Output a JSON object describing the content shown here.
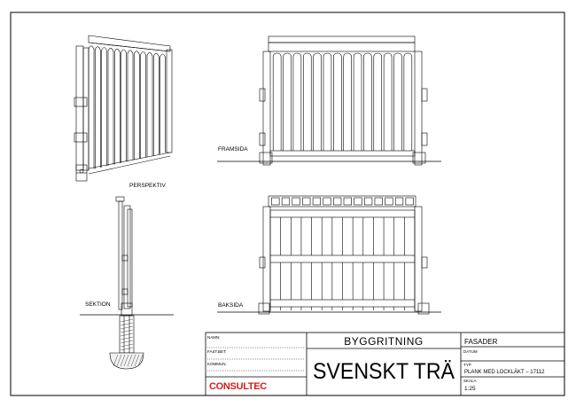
{
  "labels": {
    "perspektiv": "PERSPEKTIV",
    "framsida": "FRAMSIDA",
    "sektion": "SEKTION",
    "baksida": "BAKSIDA"
  },
  "title_block": {
    "namn_label": "NAMN:",
    "fastbet_label": "FAST.BET:",
    "kommun_label": "KOMMUN:",
    "byggritning": "BYGGRITNING",
    "svenskt_tra": "SVENSKT TRÄ",
    "fasader": "FASADER",
    "datum_label": "DATUM",
    "typ_label": "TYP",
    "typ_value": "PLANK MED LOCKLÄKT – 17112",
    "skala_label": "SKALA",
    "skala_value": "1:25",
    "logo_text": "CONSULTEC"
  },
  "colors": {
    "ink": "#000000",
    "logo_red": "#d2201f",
    "paper": "#ffffff"
  }
}
